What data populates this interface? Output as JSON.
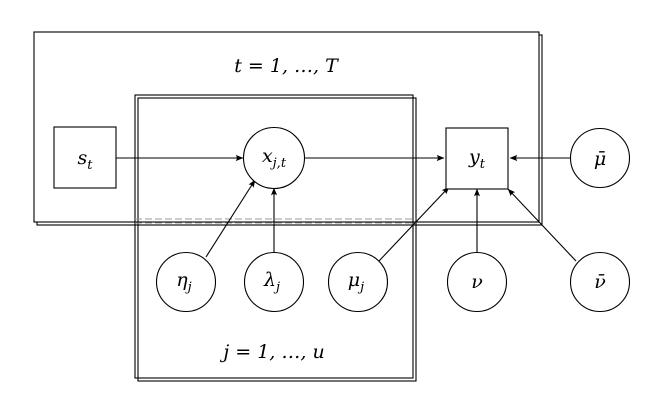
{
  "diagram": {
    "outer_plate_label": "t = 1, …, T",
    "inner_plate_label": "j = 1, …, u",
    "nodes": {
      "s_t": {
        "base": "s",
        "sub": "t"
      },
      "x_jt": {
        "base": "x",
        "sub": "j,t"
      },
      "y_t": {
        "base": "y",
        "sub": "t"
      },
      "eta_j": {
        "base": "η",
        "sub": "j"
      },
      "lambda_j": {
        "base": "λ",
        "sub": "j"
      },
      "mu_j": {
        "base": "μ",
        "sub": "j"
      },
      "nu": {
        "base": "ν",
        "sub": ""
      },
      "mu_bar": {
        "base": "μ̄",
        "sub": ""
      },
      "nu_bar": {
        "base": "ν̄",
        "sub": ""
      }
    }
  }
}
